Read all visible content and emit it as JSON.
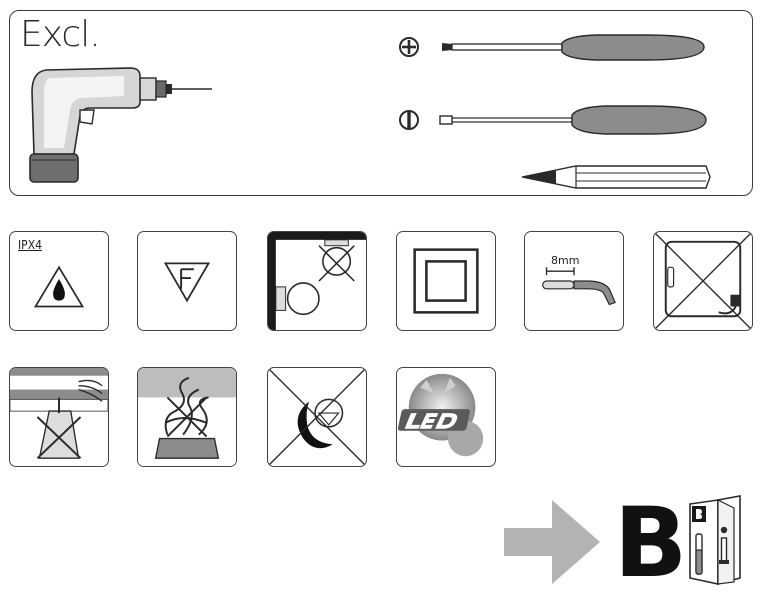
{
  "header": {
    "excl_label": "Excl."
  },
  "tiles": {
    "ipx": {
      "label": "IPX4"
    },
    "strip": {
      "length_label": "8mm"
    }
  },
  "reference": {
    "letter": "B"
  },
  "icons": {
    "drill": "drill-icon",
    "phillips": "phillips-screwdriver-icon",
    "flathead": "flathead-screwdriver-icon",
    "pencil": "pencil-icon"
  },
  "colors": {
    "line": "#2a2a2a",
    "gray_fill": "#8c8c8c",
    "arrow": "#b3b3b3"
  }
}
